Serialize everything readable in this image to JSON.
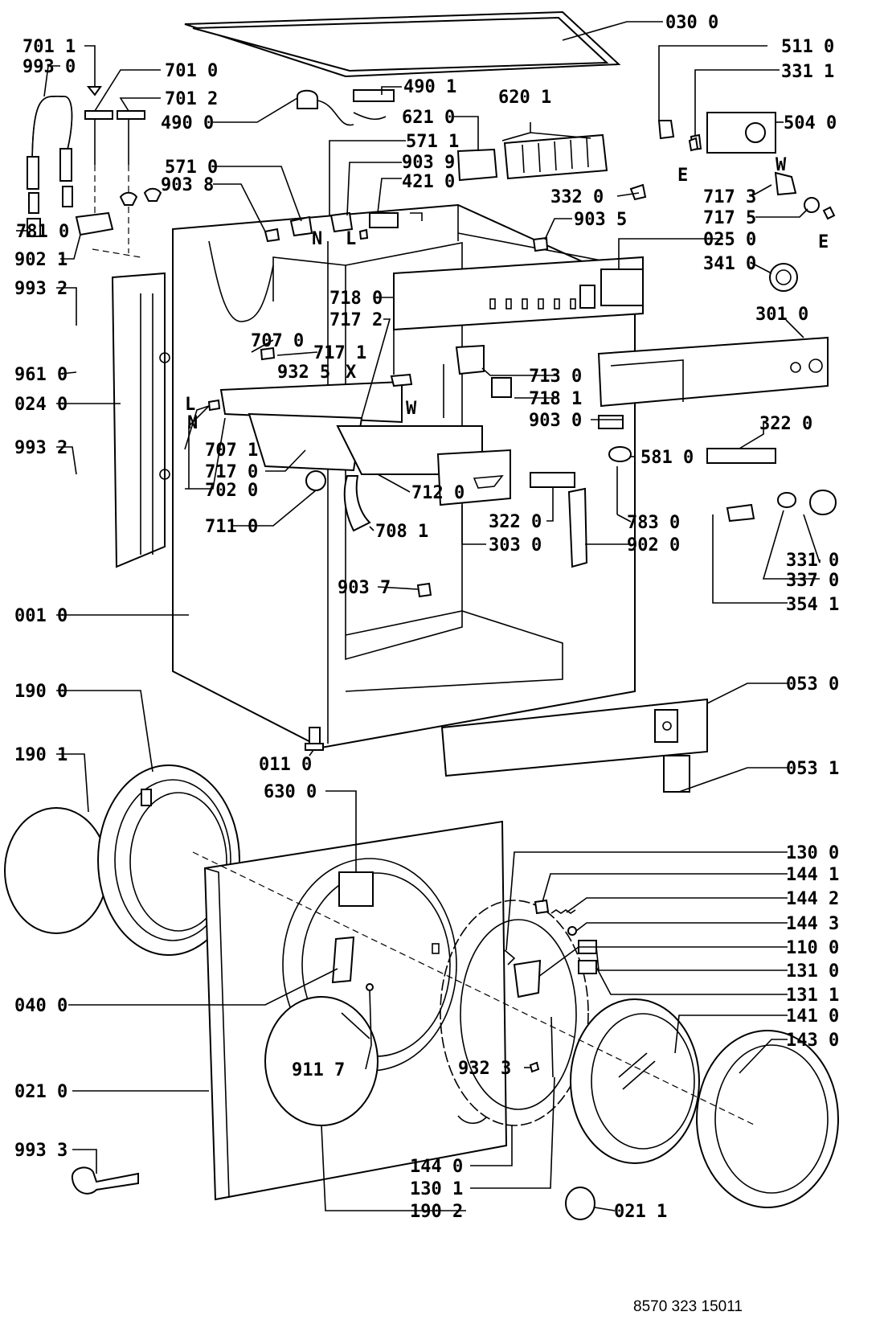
{
  "labels": {
    "l0300": "030 0",
    "l5110": "511 0",
    "l3311": "331 1",
    "l5040": "504 0",
    "l7011": "701 1",
    "l9930": "993 0",
    "l7010": "701 0",
    "l7012": "701 2",
    "l4900": "490 0",
    "l4901": "490 1",
    "l6210": "621 0",
    "l6201": "620 1",
    "l5711": "571 1",
    "l5710": "571 0",
    "l9039": "903 9",
    "l9038": "903 8",
    "l4210": "421 0",
    "l3320": "332 0",
    "l7173": "717 3",
    "l7175": "717 5",
    "l7810": "781 0",
    "l9021": "902 1",
    "l9035": "903 5",
    "l0250": "025 0",
    "l3410": "341 0",
    "l9932a": "993 2",
    "l7180": "718 0",
    "l7172": "717 2",
    "l3010": "301 0",
    "l7070": "707 0",
    "l7171": "717 1",
    "l9325": "932 5",
    "l9610": "961 0",
    "l7130": "713 0",
    "l0240": "024 0",
    "l7181": "718 1",
    "l9030": "903 0",
    "l3220a": "322 0",
    "l7071": "707 1",
    "l9932b": "993 2",
    "l7170": "717 0",
    "l5810": "581 0",
    "l7020": "702 0",
    "l7120": "712 0",
    "l3220b": "322 0",
    "l7110": "711 0",
    "l7081": "708 1",
    "l7830": "783 0",
    "l3030": "303 0",
    "l9020": "902 0",
    "l3310": "331 0",
    "l3370": "337 0",
    "l9037": "903 7",
    "l3541": "354 1",
    "l0010": "001 0",
    "l1900": "190 0",
    "l0530": "053 0",
    "l1901": "190 1",
    "l0110": "011 0",
    "l0531": "053 1",
    "l6300": "630 0",
    "l1300": "130 0",
    "l1441": "144 1",
    "l1442": "144 2",
    "l1443": "144 3",
    "l1100": "110 0",
    "l0400": "040 0",
    "l1310": "131 0",
    "l1311": "131 1",
    "l1410": "141 0",
    "l9117": "911 7",
    "l9323": "932 3",
    "l1430": "143 0",
    "l0210": "021 0",
    "l9933": "993 3",
    "l1440": "144 0",
    "l1301": "130 1",
    "l1902": "190 2",
    "l0211": "021 1"
  },
  "markers": {
    "e1": "E",
    "e2": "E",
    "w1": "W",
    "w2": "W",
    "n1": "N",
    "l1": "L",
    "x1": "X",
    "l2": "L",
    "n2": "N"
  },
  "document_number": "8570 323 15011"
}
